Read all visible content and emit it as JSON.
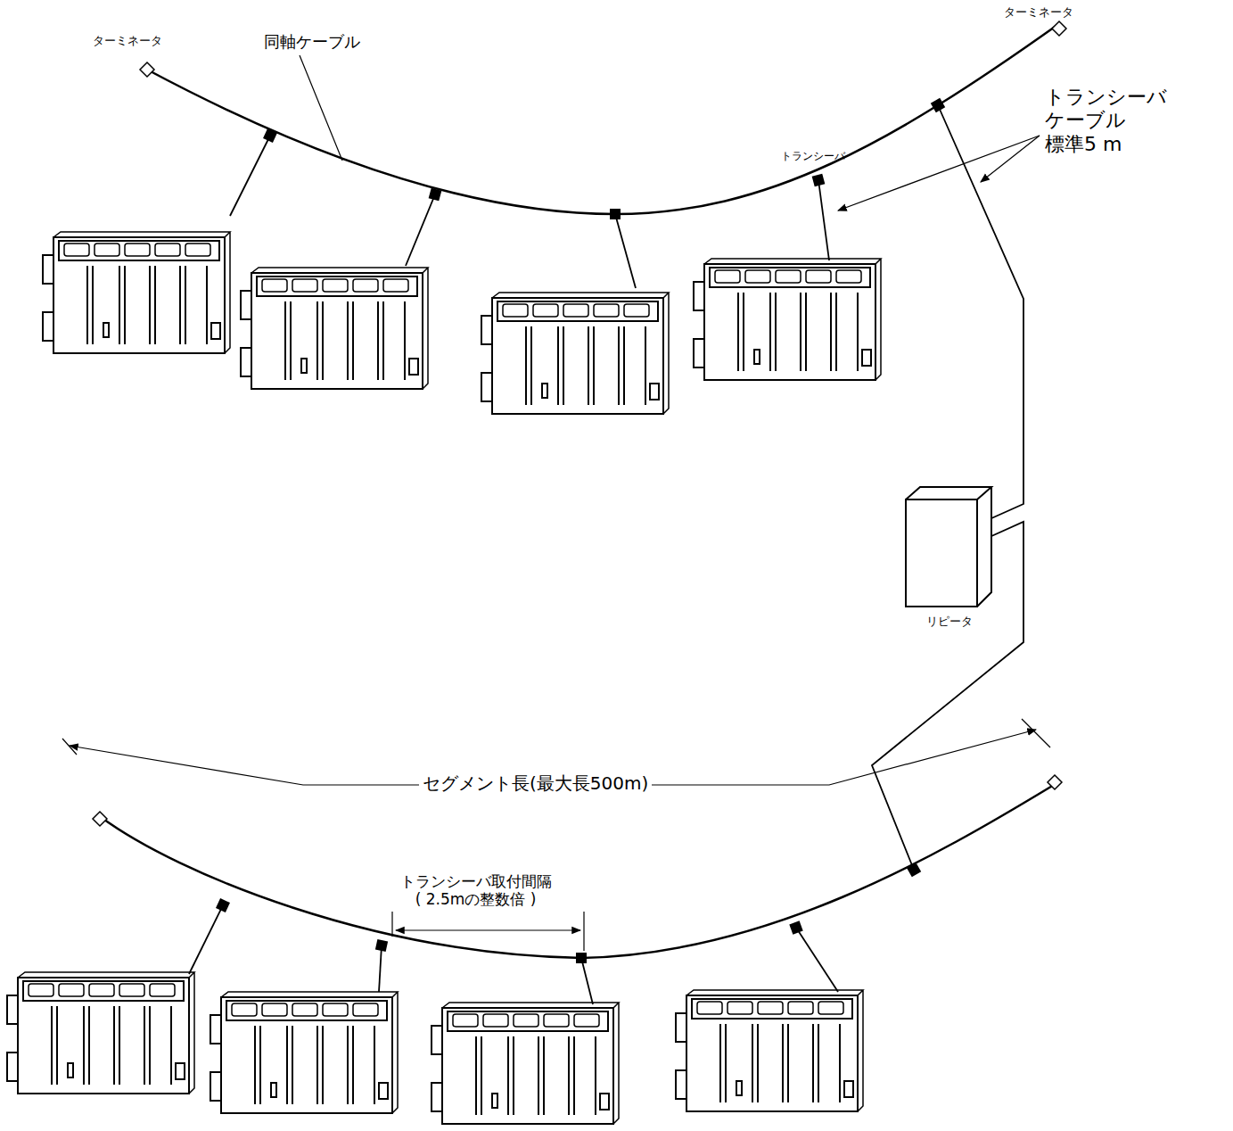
{
  "diagram": {
    "nodes": [
      {
        "text": [
          "リピータ"
        ]
      }
    ],
    "labels": [
      "ターミネータ",
      "ターミネータ",
      "同軸ケーブル",
      "トランシーバ",
      "トランシーバ ケーブル 標準5 m",
      "セグメント長(最大長500m)",
      "トランシーバ取付間隔 ( 2.5mの整数倍 )"
    ]
  }
}
